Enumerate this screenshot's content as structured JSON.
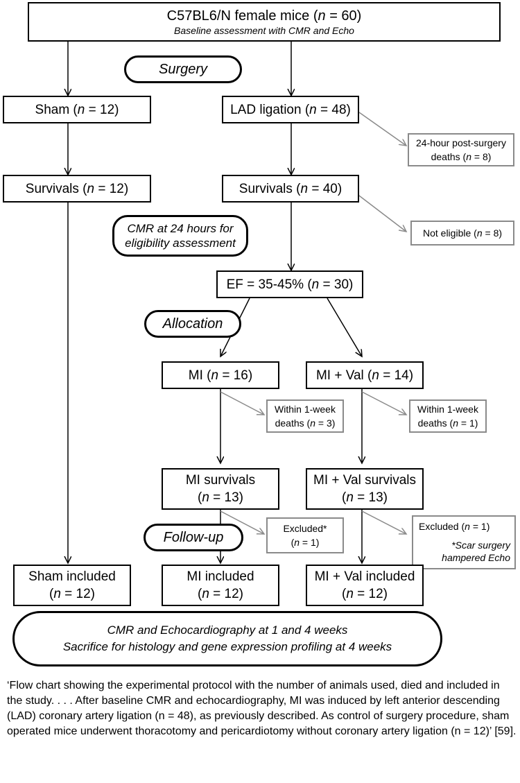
{
  "flowchart": {
    "top_box": {
      "line1": "C57BL6/N female mice (",
      "n": "n",
      "line1_end": " = 60)",
      "line2": "Baseline assessment with CMR and Echo"
    },
    "surgery_label": "Surgery",
    "sham": {
      "pre": "Sham (",
      "n": "n",
      "post": " = 12)"
    },
    "lad": {
      "pre": "LAD ligation (",
      "n": "n",
      "post": " = 48)"
    },
    "deaths_24h": {
      "line1": "24-hour post-surgery",
      "line2_pre": "deaths (",
      "n": "n",
      "line2_post": " = 8)"
    },
    "sham_survivals": {
      "pre": "Survivals (",
      "n": "n",
      "post": " = 12)"
    },
    "lad_survivals": {
      "pre": "Survivals (",
      "n": "n",
      "post": " = 40)"
    },
    "not_eligible": {
      "pre": "Not eligible (",
      "n": "n",
      "post": " = 8)"
    },
    "cmr_24h": {
      "line1": "CMR at 24 hours for",
      "line2": "eligibility assessment"
    },
    "ef": {
      "pre": "EF = 35-45% (",
      "n": "n",
      "post": " = 30)"
    },
    "allocation_label": "Allocation",
    "mi": {
      "pre": "MI (",
      "n": "n",
      "post": " = 16)"
    },
    "mival": {
      "pre": "MI + Val (",
      "n": "n",
      "post": " = 14)"
    },
    "mi_deaths": {
      "line1": "Within 1-week",
      "line2_pre": "deaths (",
      "n": "n",
      "line2_post": " = 3)"
    },
    "mival_deaths": {
      "line1": "Within 1-week",
      "line2_pre": "deaths (",
      "n": "n",
      "line2_post": " = 1)"
    },
    "mi_survivals": {
      "line1": "MI survivals",
      "line2_pre": "(",
      "n": "n",
      "line2_post": " = 13)"
    },
    "mival_survivals": {
      "line1": "MI + Val survivals",
      "line2_pre": "(",
      "n": "n",
      "line2_post": " = 13)"
    },
    "mi_excluded": {
      "line1": "Excluded*",
      "line2_pre": "(",
      "n": "n",
      "line2_post": " = 1)"
    },
    "mival_excluded": {
      "line1_pre": "Excluded (",
      "n": "n",
      "line1_post": " = 1)",
      "note1": "*Scar surgery",
      "note2": "hampered Echo"
    },
    "followup_label": "Follow-up",
    "sham_included": {
      "line1": "Sham included",
      "line2_pre": "(",
      "n": "n",
      "line2_post": " = 12)"
    },
    "mi_included": {
      "line1": "MI included",
      "line2_pre": "(",
      "n": "n",
      "line2_post": " = 12)"
    },
    "mival_included": {
      "line1": "MI + Val included",
      "line2_pre": "(",
      "n": "n",
      "line2_post": " = 12)"
    },
    "final": {
      "line1": "CMR and Echocardiography at 1 and 4 weeks",
      "line2": "Sacrifice for histology and gene expression profiling at 4 weeks"
    }
  },
  "caption": "‘Flow chart showing the experimental protocol with the number of animals used, died and included in the study. . . . After baseline CMR and echocardiography, MI was induced by left anterior descending (LAD) coronary artery ligation (n = 48), as previously described. As control of surgery procedure, sham operated mice underwent thoracotomy and pericardiotomy without coronary artery ligation (n = 12)’ [59]."
}
